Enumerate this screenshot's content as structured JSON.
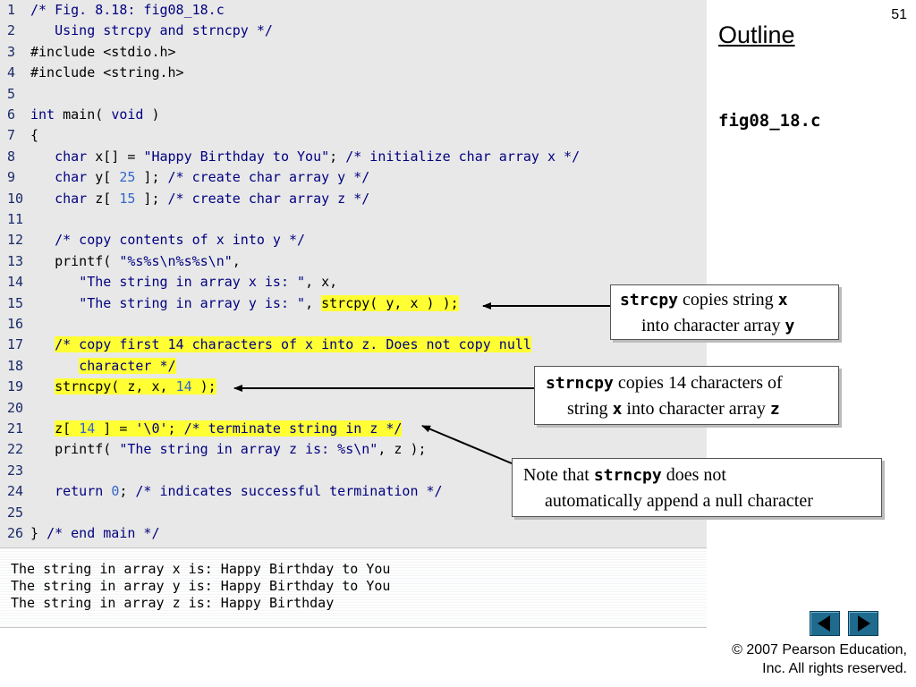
{
  "slide_number": "51",
  "outline_title": "Outline",
  "file_name": "fig08_18.c",
  "code": [
    {
      "n": "1",
      "segs": [
        {
          "t": "/* Fig. 8.18: fig08_18.c",
          "c": "cm"
        }
      ]
    },
    {
      "n": "2",
      "segs": [
        {
          "t": "   Using strcpy and strncpy */",
          "c": "cm"
        }
      ]
    },
    {
      "n": "3",
      "segs": [
        {
          "t": "#include <stdio.h>",
          "c": ""
        }
      ]
    },
    {
      "n": "4",
      "segs": [
        {
          "t": "#include <string.h>",
          "c": ""
        }
      ]
    },
    {
      "n": "5",
      "segs": []
    },
    {
      "n": "6",
      "segs": [
        {
          "t": "int",
          "c": "kw"
        },
        {
          "t": " main( ",
          "c": ""
        },
        {
          "t": "void",
          "c": "kw"
        },
        {
          "t": " )",
          "c": ""
        }
      ]
    },
    {
      "n": "7",
      "segs": [
        {
          "t": "{",
          "c": ""
        }
      ]
    },
    {
      "n": "8",
      "segs": [
        {
          "t": "   ",
          "c": ""
        },
        {
          "t": "char",
          "c": "kw"
        },
        {
          "t": " x[] = ",
          "c": ""
        },
        {
          "t": "\"Happy Birthday to You\"",
          "c": "str"
        },
        {
          "t": "; ",
          "c": ""
        },
        {
          "t": "/* initialize char array x */",
          "c": "cm"
        }
      ]
    },
    {
      "n": "9",
      "segs": [
        {
          "t": "   ",
          "c": ""
        },
        {
          "t": "char",
          "c": "kw"
        },
        {
          "t": " y[ ",
          "c": ""
        },
        {
          "t": "25",
          "c": "num"
        },
        {
          "t": " ]; ",
          "c": ""
        },
        {
          "t": "/* create char array y */",
          "c": "cm"
        }
      ]
    },
    {
      "n": "10",
      "segs": [
        {
          "t": "   ",
          "c": ""
        },
        {
          "t": "char",
          "c": "kw"
        },
        {
          "t": " z[ ",
          "c": ""
        },
        {
          "t": "15",
          "c": "num"
        },
        {
          "t": " ]; ",
          "c": ""
        },
        {
          "t": "/* create char array z */",
          "c": "cm"
        }
      ]
    },
    {
      "n": "11",
      "segs": []
    },
    {
      "n": "12",
      "segs": [
        {
          "t": "   ",
          "c": ""
        },
        {
          "t": "/* copy contents of x into y */",
          "c": "cm"
        }
      ]
    },
    {
      "n": "13",
      "segs": [
        {
          "t": "   printf( ",
          "c": ""
        },
        {
          "t": "\"%s%s\\n%s%s\\n\"",
          "c": "str"
        },
        {
          "t": ",",
          "c": ""
        }
      ]
    },
    {
      "n": "14",
      "segs": [
        {
          "t": "      ",
          "c": ""
        },
        {
          "t": "\"The string in array x is: \"",
          "c": "str"
        },
        {
          "t": ", x,",
          "c": ""
        }
      ]
    },
    {
      "n": "15",
      "segs": [
        {
          "t": "      ",
          "c": ""
        },
        {
          "t": "\"The string in array y is: \"",
          "c": "str"
        },
        {
          "t": ", ",
          "c": ""
        },
        {
          "t": "strcpy( y, x ) );",
          "c": "hl"
        }
      ]
    },
    {
      "n": "16",
      "segs": []
    },
    {
      "n": "17",
      "segs": [
        {
          "t": "   ",
          "c": ""
        },
        {
          "t": "/* copy first 14 characters of x into z. Does not copy null",
          "c": "cm hl"
        }
      ]
    },
    {
      "n": "18",
      "segs": [
        {
          "t": "      ",
          "c": ""
        },
        {
          "t": "character */",
          "c": "cm hl"
        }
      ]
    },
    {
      "n": "19",
      "segs": [
        {
          "t": "   ",
          "c": ""
        },
        {
          "t": "strncpy( z, x, ",
          "c": "hl"
        },
        {
          "t": "14",
          "c": "num hl"
        },
        {
          "t": " );",
          "c": "hl"
        }
      ]
    },
    {
      "n": "20",
      "segs": []
    },
    {
      "n": "21",
      "segs": [
        {
          "t": "   ",
          "c": ""
        },
        {
          "t": "z[ ",
          "c": "hl"
        },
        {
          "t": "14",
          "c": "num hl"
        },
        {
          "t": " ] = ",
          "c": "hl"
        },
        {
          "t": "'\\0'",
          "c": "str hl"
        },
        {
          "t": "; ",
          "c": "hl"
        },
        {
          "t": "/* terminate string in z */",
          "c": "cm hl"
        }
      ]
    },
    {
      "n": "22",
      "segs": [
        {
          "t": "   printf( ",
          "c": ""
        },
        {
          "t": "\"The string in array z is: %s\\n\"",
          "c": "str"
        },
        {
          "t": ", z );",
          "c": ""
        }
      ]
    },
    {
      "n": "23",
      "segs": []
    },
    {
      "n": "24",
      "segs": [
        {
          "t": "   ",
          "c": ""
        },
        {
          "t": "return",
          "c": "kw"
        },
        {
          "t": " ",
          "c": ""
        },
        {
          "t": "0",
          "c": "num"
        },
        {
          "t": "; ",
          "c": ""
        },
        {
          "t": "/* indicates successful termination */",
          "c": "cm"
        }
      ]
    },
    {
      "n": "25",
      "segs": []
    },
    {
      "n": "26",
      "segs": [
        {
          "t": "} ",
          "c": ""
        },
        {
          "t": "/* end main */",
          "c": "cm"
        }
      ]
    }
  ],
  "output_lines": [
    "The string in array x is: Happy Birthday to You",
    "The string in array y is: Happy Birthday to You",
    "The string in array z is: Happy Birthday"
  ],
  "callouts": {
    "strcpy": {
      "mono1": "strcpy",
      "text1": " copies string ",
      "mono2": "x",
      "text2": "into character array ",
      "mono3": "y"
    },
    "strncpy": {
      "mono1": "strncpy",
      "text1": " copies 14 characters of",
      "text2a": "string ",
      "mono2": "x",
      "text2b": " into character array ",
      "mono3": "z"
    },
    "note": {
      "text1a": "Note that ",
      "mono1": "strncpy",
      "text1b": " does not",
      "text2": "automatically append a null character"
    }
  },
  "copyright": {
    "line1": "© 2007 Pearson Education,",
    "line2": "Inc.  All rights reserved."
  },
  "colors": {
    "highlight": "#ffff33",
    "code_text": "#000080",
    "number": "#3366cc",
    "nav_button": "#1e6b8e"
  },
  "icons": [
    "previous-slide-icon",
    "next-slide-icon"
  ]
}
